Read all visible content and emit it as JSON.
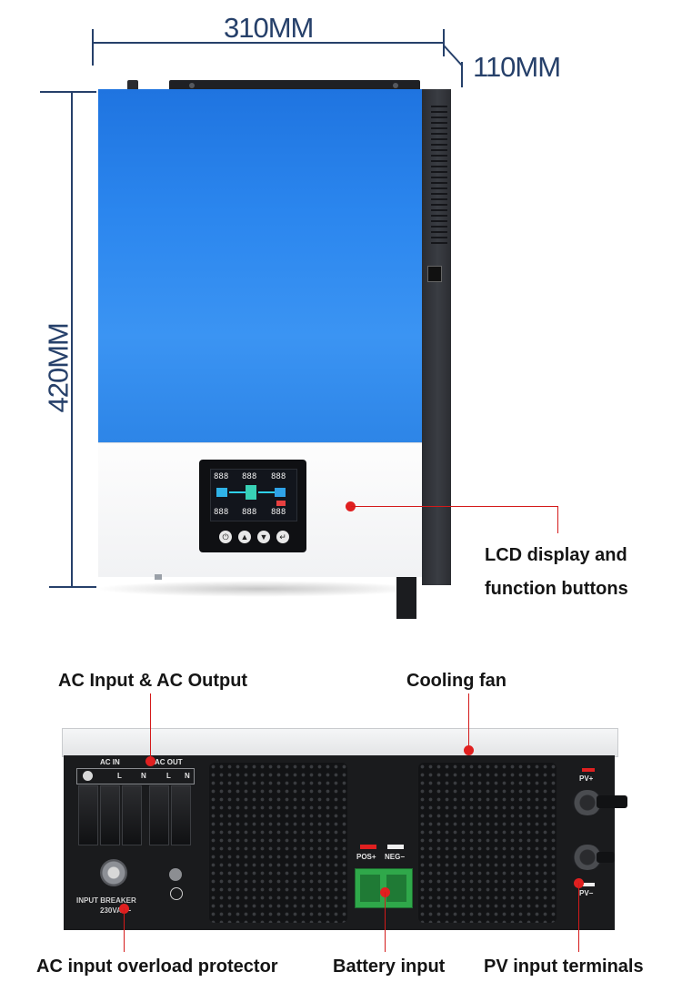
{
  "dimensions": {
    "width_label": "310MM",
    "depth_label": "110MM",
    "height_label": "420MM"
  },
  "callouts": {
    "lcd_line1": "LCD display and",
    "lcd_line2": "function buttons",
    "ac_in_out": "AC Input & AC Output",
    "cooling_fan": "Cooling fan",
    "overload": "AC input overload protector",
    "battery_input": "Battery input",
    "pv_terminals": "PV input terminals"
  },
  "rear_labels": {
    "ac_in": "AC IN",
    "ac_out": "AC OUT",
    "terminal_l": "L",
    "terminal_n": "N",
    "pos": "POS+",
    "neg": "NEG−",
    "pv_plus": "PV+",
    "pv_minus": "PV−",
    "breaker_line1": "INPUT BREAKER",
    "breaker_line2": "230VAC~"
  },
  "lcd": {
    "segment_text": "888",
    "buttons": [
      "⏻",
      "▲",
      "▼",
      "↵"
    ]
  },
  "colors": {
    "accent_red": "#e02020",
    "dimension_blue": "#26406a",
    "panel_blue": "#2b86ee"
  }
}
